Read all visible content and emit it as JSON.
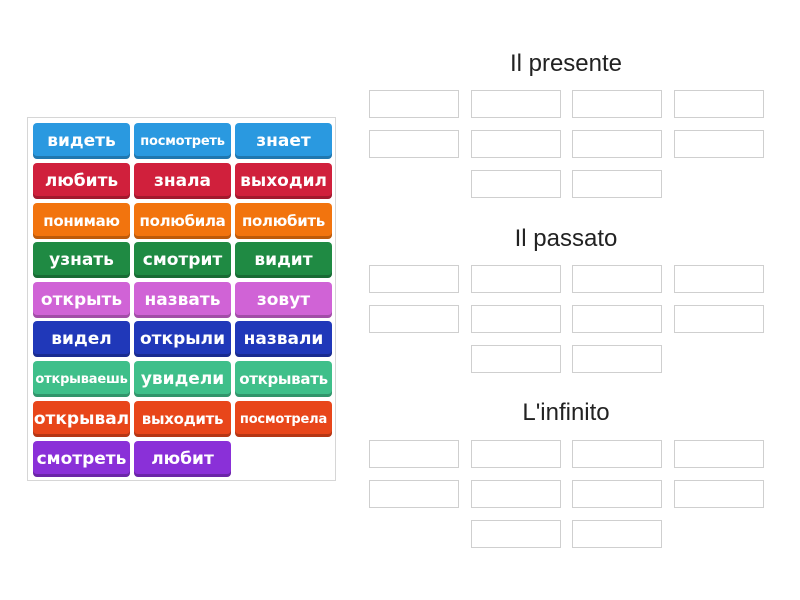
{
  "tiles": [
    {
      "label": "видеть",
      "color": "#2a99e0"
    },
    {
      "label": "посмотреть",
      "color": "#2a99e0"
    },
    {
      "label": "знает",
      "color": "#2a99e0"
    },
    {
      "label": "любить",
      "color": "#d0203c"
    },
    {
      "label": "знала",
      "color": "#d0203c"
    },
    {
      "label": "выходил",
      "color": "#d0203c"
    },
    {
      "label": "понимаю",
      "color": "#f2740e"
    },
    {
      "label": "полюбила",
      "color": "#f2740e"
    },
    {
      "label": "полюбить",
      "color": "#f2740e"
    },
    {
      "label": "узнать",
      "color": "#1f8a43"
    },
    {
      "label": "смотрит",
      "color": "#1f8a43"
    },
    {
      "label": "видит",
      "color": "#1f8a43"
    },
    {
      "label": "открыть",
      "color": "#d063d6"
    },
    {
      "label": "назвать",
      "color": "#d063d6"
    },
    {
      "label": "зовут",
      "color": "#d063d6"
    },
    {
      "label": "видел",
      "color": "#2038b9"
    },
    {
      "label": "открыли",
      "color": "#2038b9"
    },
    {
      "label": "назвали",
      "color": "#2038b9"
    },
    {
      "label": "открываешь",
      "color": "#3fbf8a"
    },
    {
      "label": "увидели",
      "color": "#3fbf8a"
    },
    {
      "label": "открывать",
      "color": "#3fbf8a"
    },
    {
      "label": "открывал",
      "color": "#e8461a"
    },
    {
      "label": "выходить",
      "color": "#e8461a"
    },
    {
      "label": "посмотрела",
      "color": "#e8461a"
    },
    {
      "label": "смотреть",
      "color": "#8a30d8"
    },
    {
      "label": "любит",
      "color": "#8a30d8"
    }
  ],
  "groups": [
    {
      "title": "Il presente",
      "slot_count": 10
    },
    {
      "title": "Il passato",
      "slot_count": 10
    },
    {
      "title": "L'infinito",
      "slot_count": 10
    }
  ]
}
